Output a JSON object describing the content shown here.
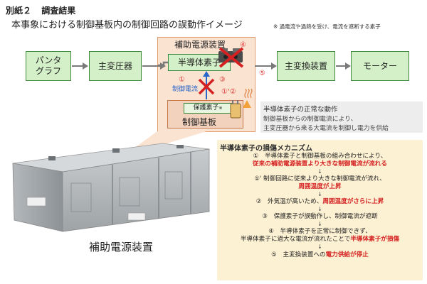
{
  "header": {
    "tag": "別紙２",
    "heading": "調査結果",
    "subtitle": "本事象における制御基板内の制御回路の誤動作イメージ",
    "footnote": "※ 過電流や過熱を受け、電流を遮断する素子"
  },
  "flow": {
    "pantograph": "パンタ\nグラフ",
    "main_transformer": "主変圧器",
    "aux_power": "補助電源装置",
    "semiconductor": "半導体素子",
    "protection": "保護素子",
    "protection_mark": "※",
    "control_board": "制御基板",
    "control_current": "制御電流",
    "main_converter": "主変換装置",
    "motor": "モーター"
  },
  "markers": {
    "m1": "①",
    "m1p2": "①'②",
    "m3": "③",
    "m4": "④",
    "m5": "⑤"
  },
  "normal_note": {
    "title": "半導体素子の正常な動作",
    "line1": "制御基板からの制御電流により、",
    "line2": "主変圧器から来る大電流を制御し電力を供給"
  },
  "photo": {
    "caption": "補助電源装置"
  },
  "mechanism": {
    "title": "半導体素子の損傷メカニズム",
    "arrow": "↓",
    "s1a": "①　半導体素子と制御基板の組み合わせにより、",
    "s1b": "従来の補助電源装置より大きな制御電流が流れる",
    "s2a": "①' 制御回路に従来より大きな制御電流が流れ、",
    "s2b": "周囲温度が上昇",
    "s3a": "②　外気温が高いため、",
    "s3b": "周囲温度がさらに上昇",
    "s4": "③　保護素子が誤動作し、制御電流が遮断",
    "s5a": "④　半導体素子を正常に制御できず、",
    "s5b": "半導体素子に過大な電流が流れたことで",
    "s5c": "半導体素子が損傷",
    "s6a": "⑤　主変換装置への",
    "s6b": "電力供給が停止"
  },
  "colors": {
    "box_fill": "#d4f0c8",
    "box_border": "#3e8a3e",
    "aux_bg": "#fbe3d2",
    "aux_border": "#e39a6c",
    "mech_bg": "#fdf1d3",
    "accent_red": "#d42020",
    "current_blue": "#2a66c9"
  }
}
